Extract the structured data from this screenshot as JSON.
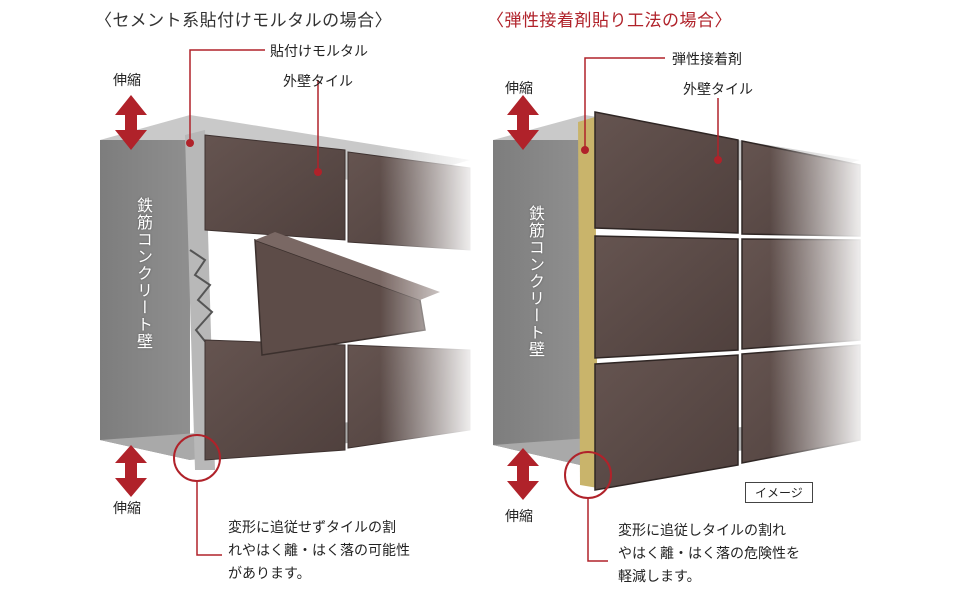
{
  "left": {
    "title": "〈セメント系貼付けモルタルの場合〉",
    "mortar_label": "貼付けモルタル",
    "tile_label": "外壁タイル",
    "wall_label": "鉄筋コンクリート壁",
    "expand_top": "伸縮",
    "expand_bottom": "伸縮",
    "caption_lines": [
      "変形に追従せずタイルの割",
      "れやはく離・はく落の可能性",
      "があります。"
    ]
  },
  "right": {
    "title": "〈弾性接着剤貼り工法の場合〉",
    "adhesive_label": "弾性接着剤",
    "tile_label": "外壁タイル",
    "wall_label": "鉄筋コンクリート壁",
    "expand_top": "伸縮",
    "expand_bottom": "伸縮",
    "caption_lines": [
      "変形に追従しタイルの割れ",
      "やはく離・はく落の危険性を",
      "軽減します。"
    ],
    "image_badge": "イメージ"
  },
  "colors": {
    "title_left": "#333333",
    "title_right": "#b0222a",
    "arrow": "#b0222a",
    "leader": "#b0222a",
    "tile": "#5a4a46",
    "concrete": "#8a8a8a",
    "mortar": "#b8b8b8",
    "adhesive": "#c9b46b"
  },
  "icons": [
    "double-arrow-icon",
    "highlight-circle-icon",
    "leader-dot-icon"
  ]
}
